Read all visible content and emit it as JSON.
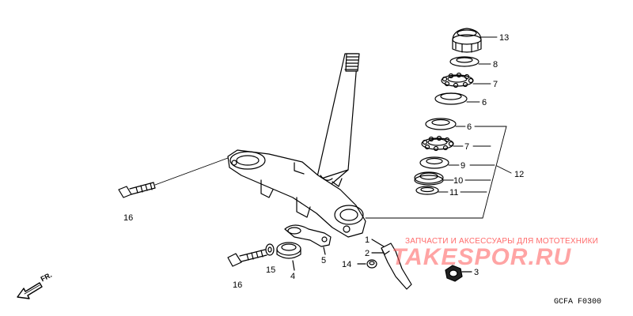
{
  "diagram": {
    "labels": {
      "l13": "13",
      "l8": "8",
      "l7a": "7",
      "l6a": "6",
      "l6b": "6",
      "l7b": "7",
      "l9": "9",
      "l10": "10",
      "l11": "11",
      "l12": "12",
      "l16a": "16",
      "l16b": "16",
      "l15": "15",
      "l4": "4",
      "l5": "5",
      "l1": "1",
      "l2": "2",
      "l14": "14",
      "l3": "3"
    },
    "direction_label": "FR.",
    "drawing_code": "GCFA  F0300"
  },
  "watermark": {
    "caption": "ЗАПЧАСТИ И АКСЕССУАРЫ ДЛЯ МОТОТЕХНИКИ",
    "logo": "TAKESPOR.RU",
    "color": "#ff5a5a"
  }
}
